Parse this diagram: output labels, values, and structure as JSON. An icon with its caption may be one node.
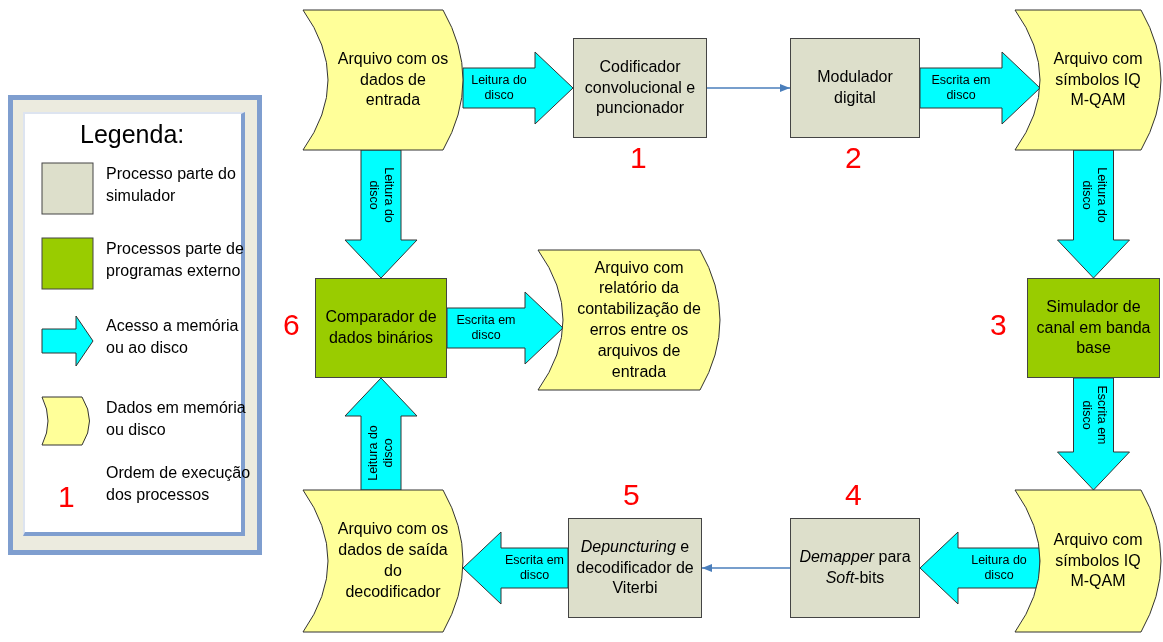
{
  "diagram": {
    "nodes": [
      {
        "text": [
          "Arquivo com os dados de entrada"
        ]
      },
      {
        "text": [
          "Codificador convolucional e puncionador"
        ],
        "beside": [
          "1"
        ]
      },
      {
        "text": [
          "Modulador digital"
        ],
        "beside": [
          "2"
        ]
      },
      {
        "text": [
          "Arquivo com símbolos IQ M-QAM"
        ]
      },
      {
        "text": [
          "Simulador de canal em banda base"
        ],
        "beside": [
          "3"
        ]
      },
      {
        "text": [
          "Arquivo com símbolos IQ M-QAM"
        ]
      },
      {
        "text": [
          "*Demapper* para *Soft*-bits"
        ],
        "beside": [
          "4"
        ]
      },
      {
        "text": [
          "*Depuncturing* e decodificador de Viterbi"
        ],
        "beside": [
          "5"
        ]
      },
      {
        "text": [
          "Arquivo com os dados de saída do decodificador"
        ]
      },
      {
        "text": [
          "Comparador de dados binários"
        ],
        "beside": [
          "6"
        ]
      },
      {
        "text": [
          "Arquivo com relatório da contabilização de erros entre os arquivos de entrada"
        ]
      }
    ],
    "edges": [
      {
        "from": 0,
        "to": 1,
        "arrow": "to",
        "label": "Leitura do disco",
        "style": "thick"
      },
      {
        "from": 1,
        "to": 2,
        "arrow": "to",
        "color": "#4a7ebb"
      },
      {
        "from": 2,
        "to": 3,
        "arrow": "to",
        "label": "Escrita em disco",
        "style": "thick"
      },
      {
        "from": 3,
        "to": 4,
        "arrow": "to",
        "label": "Leitura do disco",
        "style": "thick"
      },
      {
        "from": 4,
        "to": 5,
        "arrow": "to",
        "label": "Escrita em disco",
        "style": "thick"
      },
      {
        "from": 5,
        "to": 6,
        "arrow": "to",
        "label": "Leitura do disco",
        "style": "thick"
      },
      {
        "from": 6,
        "to": 7,
        "arrow": "to",
        "color": "#4a7ebb"
      },
      {
        "from": 7,
        "to": 8,
        "arrow": "to",
        "label": "Escrita em disco",
        "style": "thick"
      },
      {
        "from": 0,
        "to": 9,
        "arrow": "to",
        "label": "Leitura do disco",
        "style": "thick"
      },
      {
        "from": 8,
        "to": 9,
        "arrow": "to",
        "label": "Leitura do disco",
        "style": "thick"
      },
      {
        "from": 9,
        "to": 10,
        "arrow": "to",
        "label": "Escrita em disco",
        "style": "thick"
      }
    ],
    "labels": [
      "Legenda:",
      "1"
    ],
    "legend": [
      {
        "text": "Processo parte do simulador",
        "color": "#dddfcb"
      },
      {
        "text": "Processos parte de programas externo",
        "color": "#99cc00"
      },
      {
        "text": "Acesso a memória ou ao disco"
      },
      {
        "text": "Dados em memória ou disco"
      },
      {
        "text": "Ordem de execução dos processos"
      }
    ]
  }
}
